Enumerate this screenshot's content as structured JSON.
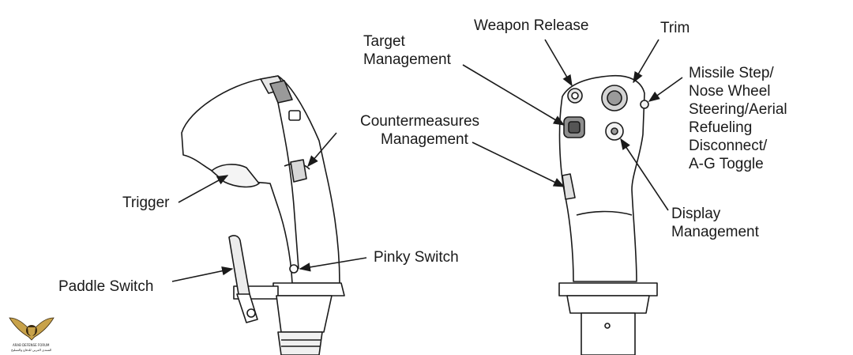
{
  "labels": {
    "weapon_release": "Weapon Release",
    "trim": "Trim",
    "target_management_1": "Target",
    "target_management_2": "Management",
    "missile_step_1": "Missile Step/",
    "missile_step_2": "Nose Wheel",
    "missile_step_3": "Steering/Aerial",
    "missile_step_4": "Refueling",
    "missile_step_5": "Disconnect/",
    "missile_step_6": "A-G Toggle",
    "countermeasures_1": "Countermeasures",
    "countermeasures_2": "Management",
    "trigger": "Trigger",
    "display_management_1": "Display",
    "display_management_2": "Management",
    "pinky_switch": "Pinky Switch",
    "paddle_switch": "Paddle Switch"
  },
  "watermark": {
    "line1": "ARAB DEFENSE FORUM",
    "line2": "المنتدى العربي للدفاع والتسليح"
  },
  "colors": {
    "line": "#1a1a1a",
    "background": "#ffffff",
    "logo_gold": "#c8a24a",
    "logo_dark": "#3a2a10"
  }
}
